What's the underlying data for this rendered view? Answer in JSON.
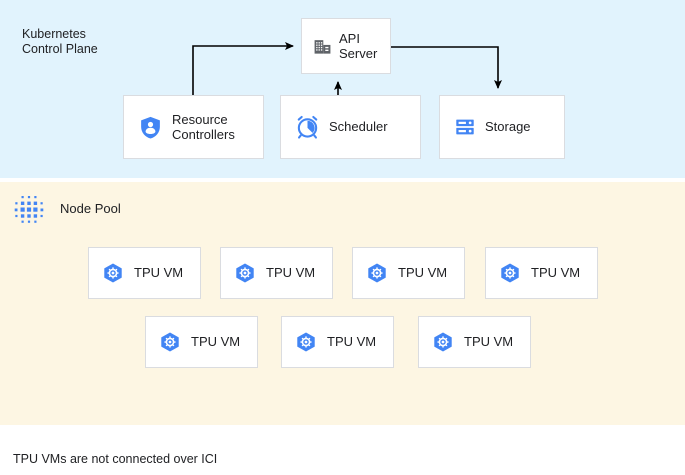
{
  "control_plane": {
    "title": "Kubernetes\nControl Plane",
    "background_color": "#e1f3fd",
    "components": [
      {
        "id": "api-server",
        "label": "API\nServer",
        "icon": "building-icon"
      },
      {
        "id": "resource-controllers",
        "label": "Resource\nControllers",
        "icon": "shield-user-icon"
      },
      {
        "id": "scheduler",
        "label": "Scheduler",
        "icon": "alarm-clock-icon"
      },
      {
        "id": "storage",
        "label": "Storage",
        "icon": "server-rack-icon"
      }
    ],
    "connections": [
      {
        "from": "resource-controllers",
        "to": "api-server",
        "style": "elbow-up-right"
      },
      {
        "from": "scheduler",
        "to": "api-server",
        "style": "straight-up"
      },
      {
        "from": "api-server",
        "to": "storage",
        "style": "elbow-right-down"
      }
    ]
  },
  "node_pool": {
    "title": "Node Pool",
    "background_color": "#fdf6e3",
    "icon": "dot-matrix-icon",
    "vm_label": "TPU VM",
    "vm_icon": "tpu-hex-gear-icon",
    "rows": [
      {
        "count": 4,
        "labels": [
          "TPU VM",
          "TPU VM",
          "TPU VM",
          "TPU VM"
        ]
      },
      {
        "count": 3,
        "labels": [
          "TPU VM",
          "TPU VM",
          "TPU VM"
        ]
      }
    ]
  },
  "caption": "TPU VMs are not connected over ICI",
  "colors": {
    "accent_blue": "#4285f4",
    "panel_blue": "#e1f3fd",
    "panel_cream": "#fdf6e3",
    "card_border": "#dadce0",
    "text": "#202124",
    "arrow": "#000000",
    "icon_gray": "#5f6368"
  }
}
